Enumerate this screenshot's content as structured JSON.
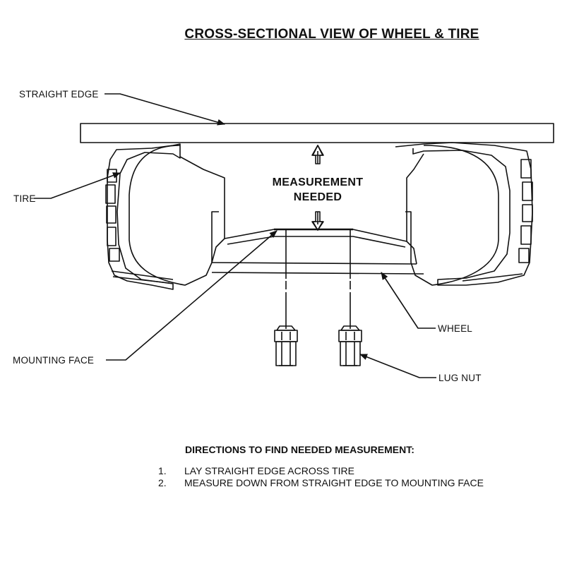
{
  "title": "CROSS-SECTIONAL  VIEW OF WHEEL & TIRE",
  "labels": {
    "straight_edge": "STRAIGHT EDGE",
    "tire": "TIRE",
    "wheel": "WHEEL",
    "mounting_face": "MOUNTING FACE",
    "lug_nut": "LUG NUT"
  },
  "measurement": {
    "line1": "MEASUREMENT",
    "line2": "NEEDED"
  },
  "directions": {
    "title": "DIRECTIONS TO FIND NEEDED MEASUREMENT:",
    "steps": [
      {
        "num": "1.",
        "text": "LAY STRAIGHT EDGE ACROSS TIRE"
      },
      {
        "num": "2.",
        "text": "MEASURE DOWN FROM STRAIGHT EDGE TO MOUNTING FACE"
      }
    ]
  },
  "colors": {
    "ink": "#111111",
    "background": "#ffffff"
  }
}
